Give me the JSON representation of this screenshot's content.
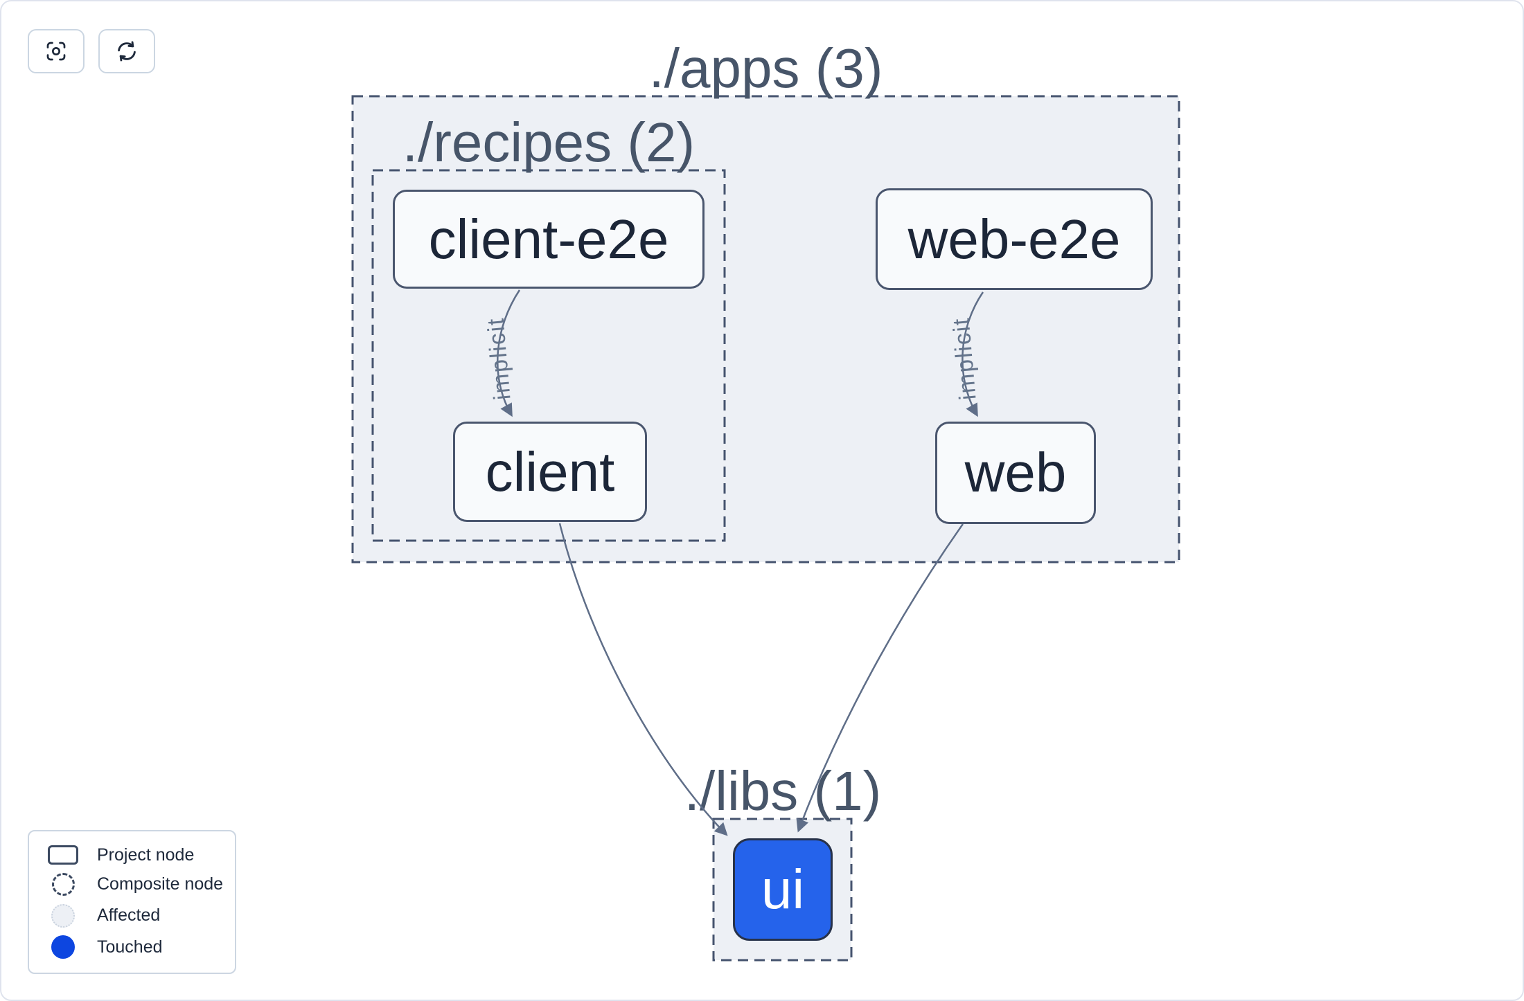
{
  "toolbar": {
    "buttons": [
      {
        "icon": "focus",
        "action": "zoom-to-fit"
      },
      {
        "icon": "refresh",
        "action": "refresh-graph"
      }
    ]
  },
  "graph": {
    "containers": [
      {
        "id": "apps",
        "label": "./apps (3)",
        "count": 3
      },
      {
        "id": "recipes",
        "label": "./recipes (2)",
        "count": 2
      },
      {
        "id": "libs",
        "label": "./libs (1)",
        "count": 1
      }
    ],
    "nodes": [
      {
        "id": "client-e2e",
        "label": "client-e2e",
        "state": "default"
      },
      {
        "id": "web-e2e",
        "label": "web-e2e",
        "state": "default"
      },
      {
        "id": "client",
        "label": "client",
        "state": "default"
      },
      {
        "id": "web",
        "label": "web",
        "state": "default"
      },
      {
        "id": "ui",
        "label": "ui",
        "state": "touched"
      }
    ],
    "edges": [
      {
        "from": "client-e2e",
        "to": "client",
        "label": "implicit"
      },
      {
        "from": "web-e2e",
        "to": "web",
        "label": "implicit"
      },
      {
        "from": "client",
        "to": "ui",
        "label": ""
      },
      {
        "from": "web",
        "to": "ui",
        "label": ""
      }
    ]
  },
  "legend": {
    "items": [
      {
        "swatch": "project-node-swatch",
        "label": "Project node"
      },
      {
        "swatch": "composite-node-swatch",
        "label": "Composite node"
      },
      {
        "swatch": "affected-swatch",
        "label": "Affected"
      },
      {
        "swatch": "touched-swatch",
        "label": "Touched"
      }
    ]
  },
  "colors": {
    "touched_node_fill": "#2563eb",
    "legend_touched": "#0d46e0",
    "container_fill": "#edf0f5",
    "dashed_border": "#45536e",
    "edge_stroke": "#5f6e88",
    "title_text": "#475569",
    "node_text": "#1c2638"
  }
}
